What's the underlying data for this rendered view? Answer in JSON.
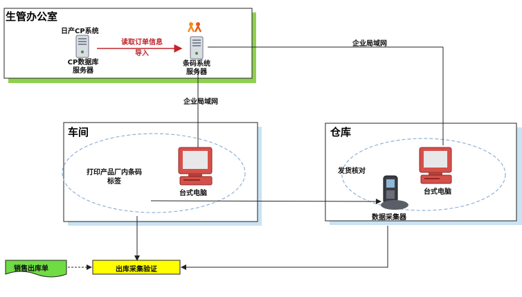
{
  "office": {
    "title": "生管办公室",
    "erp_system": "日产CP系统",
    "db_server_label": "CP数据库\n服务器",
    "transfer_label": "读取订单信息\n导入",
    "barcode_server_label": "条码系统\n服务器"
  },
  "network": {
    "lan_top": "企业局域网",
    "lan_mid": "企业局域网"
  },
  "workshop": {
    "title": "车间",
    "print_label": "打印产品厂内条码\n标签",
    "pc_label": "台式电脑"
  },
  "warehouse": {
    "title": "仓库",
    "ship_check": "发货核对",
    "pc_label": "台式电脑",
    "collector_label": "数据采集器"
  },
  "bottom": {
    "sales_doc": "销售出库单",
    "verify": "出库采集验证"
  },
  "colors": {
    "office_border": "#8fd14f",
    "shadow": "#c9e3f2",
    "ellipse_dash": "#8fb0d8",
    "arrow_red": "#c0262c",
    "verify_fill": "#ffff00",
    "sales_doc_fill": "#6edc42"
  }
}
